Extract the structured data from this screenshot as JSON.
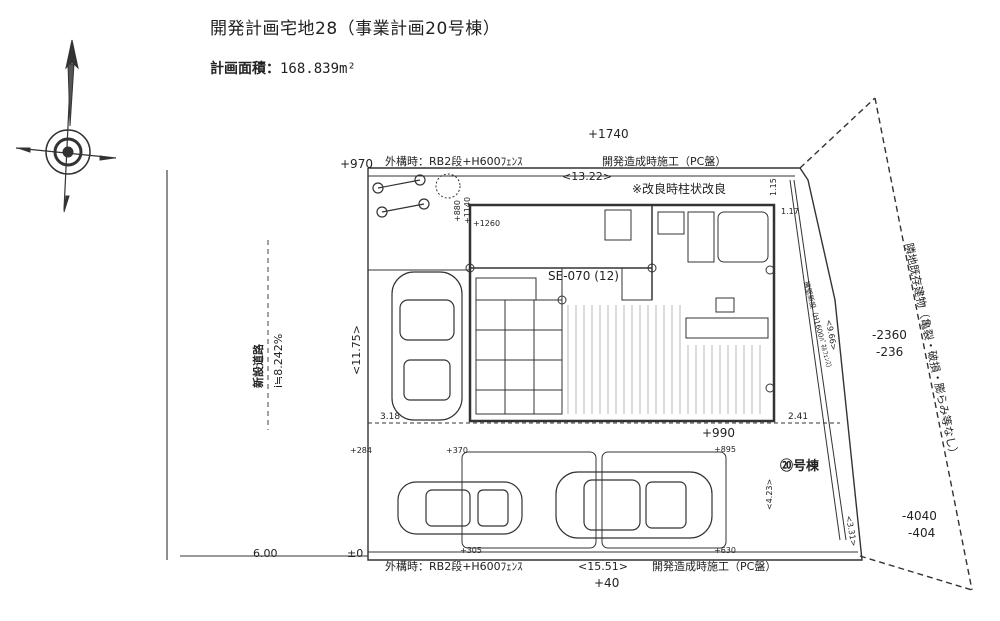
{
  "header": {
    "title": "開発計画宅地28（事業計画20号棟）",
    "area_label": "計画面積：",
    "area_value": "168.839m²"
  },
  "notes": {
    "top_fence": "外構時：RB2段+H600ﾌｪﾝｽ",
    "top_construction": "開発造成時施工（PC盤）",
    "bottom_fence": "外構時：RB2段+H600ﾌｪﾝｽ",
    "bottom_construction": "開発造成時施工（PC盤）",
    "soil_improvement": "※改良時柱状改良",
    "house_code": "SE-070 (12)",
    "building_number": "⑳号棟",
    "new_road": "新設道路",
    "road_slope": "i≒8.242%",
    "neighbor": "隣地既存建物（亀裂・破損・膨らみ等なし）",
    "retaining_wall": "擁壁新設（H1600ﾊﾟﾈﾙﾌｪﾝｽ）"
  },
  "dimensions": {
    "top_width": "<13.22>",
    "bottom_width": "<15.51>",
    "left_depth": "<11.75>",
    "right_depth": "<9.66>",
    "side_a": "<4.23>",
    "side_b": "<3.31>",
    "setback_left": "3.18",
    "setback_right": "2.41",
    "top_gap": "1.15",
    "side_gap": "1.17",
    "road_width": "6.00"
  },
  "levels": {
    "top": "+1740",
    "corner_top_left": "+970",
    "house_base": "+990",
    "bottom": "+40",
    "origin": "±0",
    "right_a1": "-2360",
    "right_a2": "-236",
    "right_b1": "-4040",
    "right_b2": "-404",
    "small_1140": "+1140",
    "small_1260": "+1260",
    "small_880": "+880",
    "small_284": "+284",
    "small_370": "+370",
    "small_895": "+895",
    "small_305": "+305",
    "small_630": "+630"
  },
  "colors": {
    "line": "#333333",
    "paper": "#ffffff"
  }
}
